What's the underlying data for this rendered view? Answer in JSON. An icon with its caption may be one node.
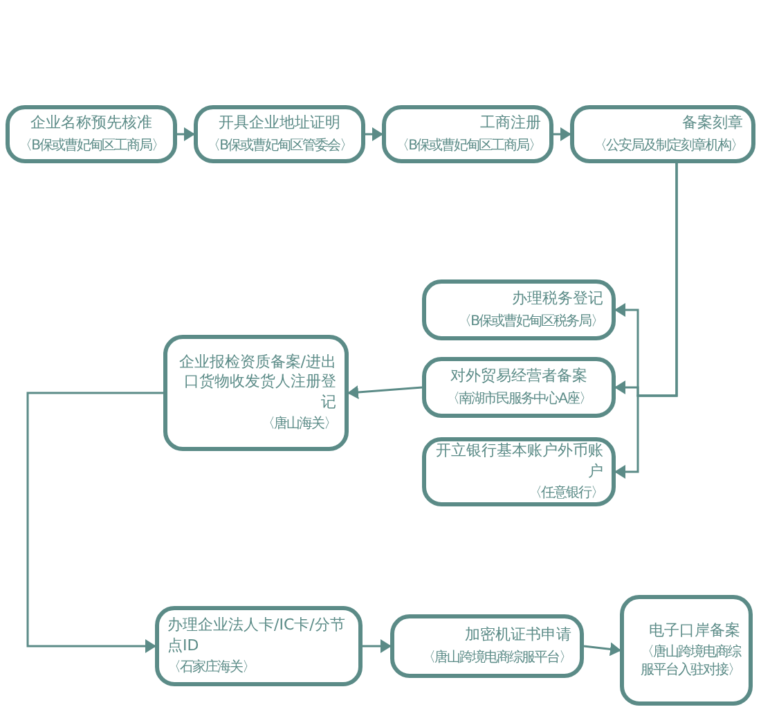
{
  "diagram": {
    "nodes": [
      {
        "text": [
          "企业名称预先核准",
          "〈B保或曹妃甸区工商局〉"
        ]
      },
      {
        "text": [
          "开具企业地址证明",
          "〈B保或曹妃甸区管委会〉"
        ]
      },
      {
        "text": [
          "工商注册",
          "〈B保或曹妃甸区工商局〉"
        ]
      },
      {
        "text": [
          "备案刻章",
          "〈公安局及制定刻章机构〉"
        ]
      },
      {
        "text": [
          "办理税务登记",
          "〈B保或曹妃甸区税务局〉"
        ]
      },
      {
        "text": [
          "对外贸易经营者备案",
          "〈南湖市民服务中心A座〉"
        ]
      },
      {
        "text": [
          "开立银行基本账户外币账户",
          "〈任意银行〉"
        ]
      },
      {
        "text": [
          "企业报检资质备案/进出口货物收发货人注册登记",
          "〈唐山海关〉"
        ]
      },
      {
        "text": [
          "办理企业法人卡/IC卡/分节点ID",
          "〈石家庄海关〉"
        ]
      },
      {
        "text": [
          "加密机证书申请",
          "〈唐山跨境电商综服平台〉"
        ]
      },
      {
        "text": [
          "电子口岸备案",
          "〈唐山跨境电商综服平台入驻对接〉"
        ]
      }
    ],
    "edges": [
      {
        "from": 0,
        "to": 1,
        "arrow": "to"
      },
      {
        "from": 1,
        "to": 2,
        "arrow": "to"
      },
      {
        "from": 2,
        "to": 3,
        "arrow": "to"
      },
      {
        "from": 3,
        "to": 4,
        "arrow": "to"
      },
      {
        "from": 3,
        "to": 5,
        "arrow": "to"
      },
      {
        "from": 3,
        "to": 6,
        "arrow": "to"
      },
      {
        "from": 5,
        "to": 7,
        "arrow": "to"
      },
      {
        "from": 7,
        "to": 8,
        "arrow": "to"
      },
      {
        "from": 8,
        "to": 9,
        "arrow": "to"
      },
      {
        "from": 9,
        "to": 10,
        "arrow": "to"
      }
    ]
  }
}
